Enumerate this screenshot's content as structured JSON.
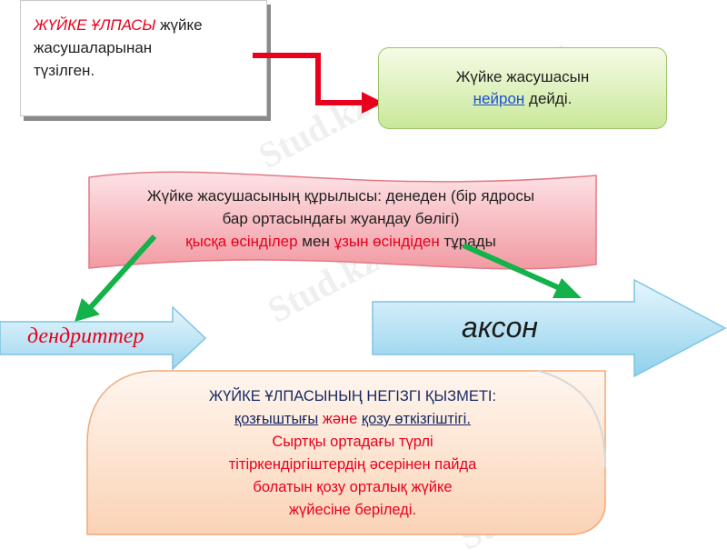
{
  "box1": {
    "red_text": "ЖҮЙКЕ ҰЛПАСЫ",
    "text_rest": " жүйке",
    "line2": "жасушаларынан",
    "line3": "түзілген."
  },
  "box2": {
    "line1": "Жүйке жасушасын",
    "link_text": "нейрон",
    "line2_rest": " дейді."
  },
  "box3": {
    "line1": "Жүйке жасушасының құрылысы: денеден (бір ядросы",
    "line2": "бар ортасындағы жуандау бөлігі)",
    "red1": "қысқа өсінділер",
    "mid": " мен ",
    "red2": "ұзын өсіндіден",
    "end": " тұрады"
  },
  "arrows": {
    "dendrites": "дендриттер",
    "axon": "аксон"
  },
  "box4": {
    "line1": "ЖҮЙКЕ ҰЛПАСЫНЫҢ НЕГІЗГІ ҚЫЗМЕТІ:",
    "u1": "қозғыштығы",
    "and": " және ",
    "u2": "қозу өткізгіштігі.",
    "line3": "Сыртқы ортадағы түрлі",
    "line4": "тітіркендіргіштердің әсерінен пайда",
    "line5": "болатын қозу орталық жүйке",
    "line6": "жүйесіне беріледі."
  },
  "watermark": "Stud.kz",
  "colors": {
    "red": "#e8001c",
    "navy": "#162a63",
    "green_arrow": "#13b24a",
    "link": "#1a4dd6"
  }
}
